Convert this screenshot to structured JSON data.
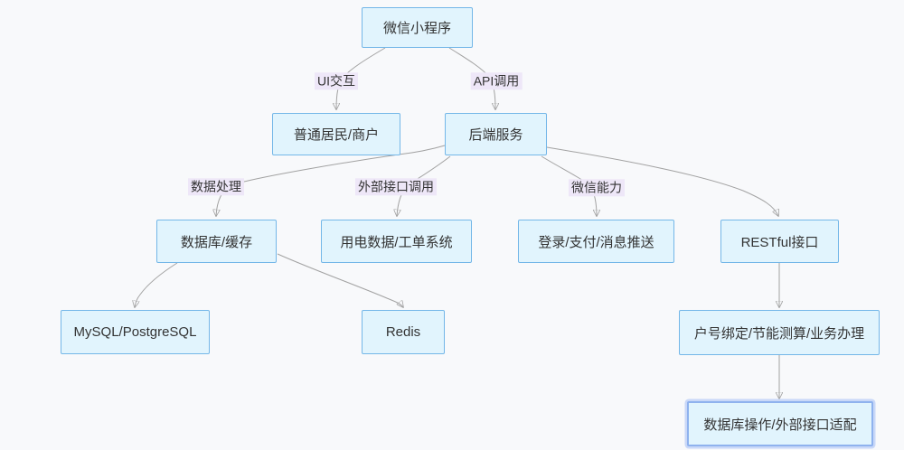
{
  "diagram": {
    "type": "flowchart",
    "direction": "top-down",
    "nodes": [
      {
        "id": "wechat-miniprogram",
        "label": "微信小程序"
      },
      {
        "id": "residents-merchants",
        "label": "普通居民/商户"
      },
      {
        "id": "backend-service",
        "label": "后端服务"
      },
      {
        "id": "database-cache",
        "label": "数据库/缓存"
      },
      {
        "id": "power-data-workorder",
        "label": "用电数据/工单系统"
      },
      {
        "id": "login-pay-push",
        "label": "登录/支付/消息推送"
      },
      {
        "id": "restful-api",
        "label": "RESTful接口"
      },
      {
        "id": "mysql-postgresql",
        "label": "MySQL/PostgreSQL"
      },
      {
        "id": "redis",
        "label": "Redis"
      },
      {
        "id": "account-binding-services",
        "label": "户号绑定/节能测算/业务办理"
      },
      {
        "id": "db-ops-adapter",
        "label": "数据库操作/外部接口适配"
      }
    ],
    "edges": [
      {
        "from": "微信小程序",
        "to": "普通居民/商户",
        "label": "UI交互"
      },
      {
        "from": "微信小程序",
        "to": "后端服务",
        "label": "API调用"
      },
      {
        "from": "后端服务",
        "to": "数据库/缓存",
        "label": "数据处理"
      },
      {
        "from": "后端服务",
        "to": "用电数据/工单系统",
        "label": "外部接口调用"
      },
      {
        "from": "后端服务",
        "to": "登录/支付/消息推送",
        "label": "微信能力"
      },
      {
        "from": "后端服务",
        "to": "RESTful接口",
        "label": ""
      },
      {
        "from": "数据库/缓存",
        "to": "MySQL/PostgreSQL",
        "label": ""
      },
      {
        "from": "数据库/缓存",
        "to": "Redis",
        "label": ""
      },
      {
        "from": "RESTful接口",
        "to": "户号绑定/节能测算/业务办理",
        "label": ""
      },
      {
        "from": "户号绑定/节能测算/业务办理",
        "to": "数据库操作/外部接口适配",
        "label": ""
      }
    ],
    "colors": {
      "node_fill": "#e1f4fd",
      "node_border": "#74b7e8",
      "highlight_node_border": "#8fb2ee",
      "edge_line": "#a2a2a2",
      "arrowhead": "#858585",
      "edge_label_bg": "#eee7f8",
      "text": "#333333",
      "background": "#f8f9fb"
    }
  }
}
